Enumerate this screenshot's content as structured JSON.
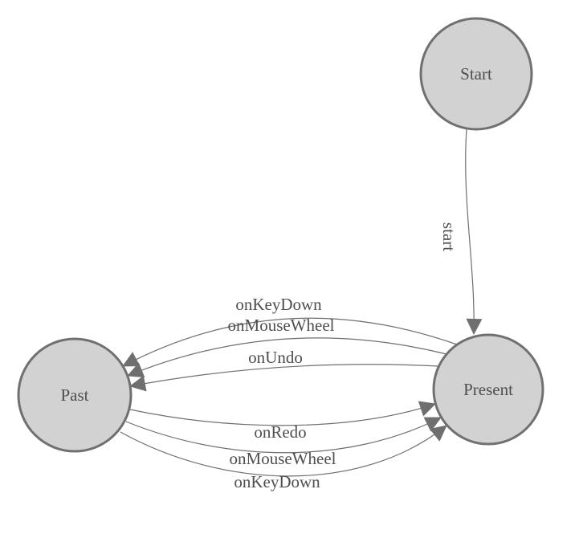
{
  "colors": {
    "background": "#ffffff",
    "node_fill": "#d2d2d2",
    "node_stroke": "#707070",
    "edge_stroke": "#6f6f6f",
    "arrow_fill": "#6f6f6f",
    "label_text": "#4e4e4e"
  },
  "diagram": {
    "type": "state-machine",
    "nodes": [
      {
        "id": "start",
        "label": "Start"
      },
      {
        "id": "present",
        "label": "Present"
      },
      {
        "id": "past",
        "label": "Past"
      }
    ],
    "edges": [
      {
        "id": "start-to-present",
        "from": "Start",
        "to": "Present",
        "label": "start"
      },
      {
        "id": "present-to-past-onkeydown",
        "from": "Present",
        "to": "Past",
        "label": "onKeyDown"
      },
      {
        "id": "present-to-past-onmousewheel",
        "from": "Present",
        "to": "Past",
        "label": "onMouseWheel"
      },
      {
        "id": "present-to-past-onundo",
        "from": "Present",
        "to": "Past",
        "label": "onUndo"
      },
      {
        "id": "past-to-present-onredo",
        "from": "Past",
        "to": "Present",
        "label": "onRedo"
      },
      {
        "id": "past-to-present-onmousewheel",
        "from": "Past",
        "to": "Present",
        "label": "onMouseWheel"
      },
      {
        "id": "past-to-present-onkeydown",
        "from": "Past",
        "to": "Present",
        "label": "onKeyDown"
      }
    ]
  }
}
